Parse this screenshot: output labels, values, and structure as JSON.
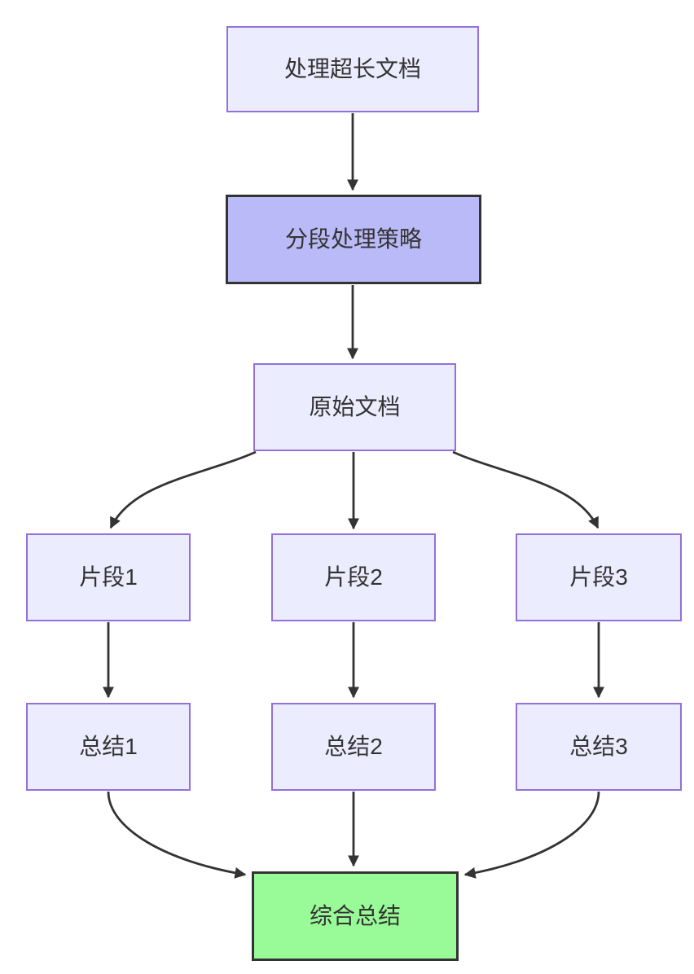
{
  "diagram": {
    "type": "flowchart",
    "direction": "top-to-bottom",
    "background": "#ffffff",
    "nodes": [
      {
        "id": "A",
        "label": "处理超长文档",
        "role": "start",
        "fill": "#ECECFF",
        "border": "#9370DB"
      },
      {
        "id": "B",
        "label": "分段处理策略",
        "role": "strategy",
        "fill": "#BABAF8",
        "border": "#333333"
      },
      {
        "id": "C",
        "label": "原始文档",
        "role": "source-doc",
        "fill": "#ECECFF",
        "border": "#9370DB"
      },
      {
        "id": "D1",
        "label": "片段1",
        "role": "chunk",
        "fill": "#ECECFF",
        "border": "#9370DB"
      },
      {
        "id": "D2",
        "label": "片段2",
        "role": "chunk",
        "fill": "#ECECFF",
        "border": "#9370DB"
      },
      {
        "id": "D3",
        "label": "片段3",
        "role": "chunk",
        "fill": "#ECECFF",
        "border": "#9370DB"
      },
      {
        "id": "E1",
        "label": "总结1",
        "role": "summary",
        "fill": "#ECECFF",
        "border": "#9370DB"
      },
      {
        "id": "E2",
        "label": "总结2",
        "role": "summary",
        "fill": "#ECECFF",
        "border": "#9370DB"
      },
      {
        "id": "E3",
        "label": "总结3",
        "role": "summary",
        "fill": "#ECECFF",
        "border": "#9370DB"
      },
      {
        "id": "F",
        "label": "综合总结",
        "role": "final-summary",
        "fill": "#98FB98",
        "border": "#333333"
      }
    ],
    "edges": [
      {
        "from": "A",
        "to": "B"
      },
      {
        "from": "B",
        "to": "C"
      },
      {
        "from": "C",
        "to": "D1"
      },
      {
        "from": "C",
        "to": "D2"
      },
      {
        "from": "C",
        "to": "D3"
      },
      {
        "from": "D1",
        "to": "E1"
      },
      {
        "from": "D2",
        "to": "E2"
      },
      {
        "from": "D3",
        "to": "E3"
      },
      {
        "from": "E1",
        "to": "F"
      },
      {
        "from": "E2",
        "to": "F"
      },
      {
        "from": "E3",
        "to": "F"
      }
    ],
    "colors": {
      "arrow": "#333333",
      "text": "#333333"
    }
  }
}
